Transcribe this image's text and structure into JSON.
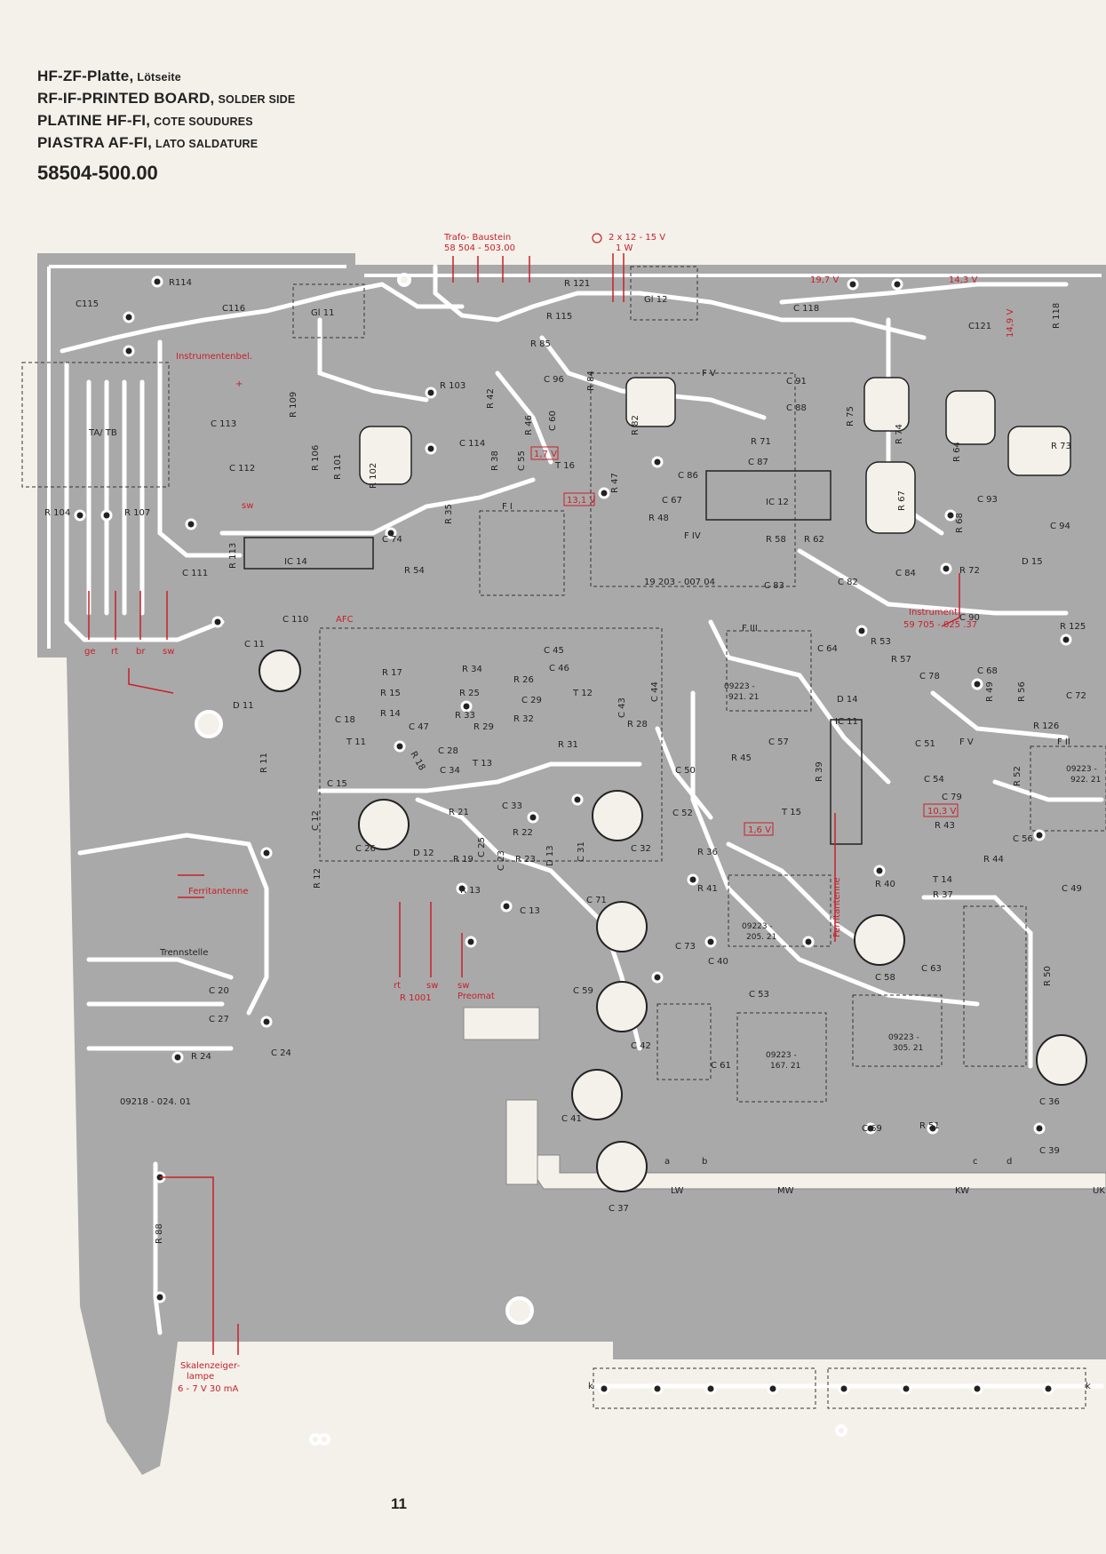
{
  "header": {
    "line1_main": "HF-ZF-Platte,",
    "line1_sub": "Lötseite",
    "line2_main": "RF-IF-PRINTED BOARD,",
    "line2_sub": "SOLDER SIDE",
    "line3_main": "PLATINE HF-FI,",
    "line3_sub": "COTE SOUDURES",
    "line4_main": "PIASTRA AF-FI,",
    "line4_sub": "LATO SALDATURE",
    "part_number": "58504-500.00"
  },
  "page_number": "11",
  "colors": {
    "board": "#a9a9a9",
    "trace": "#ffffff",
    "annotation": "#c8202a",
    "paper": "#f4f1ea"
  },
  "red_labels": {
    "trafo_title": "Trafo- Baustein",
    "trafo_num": "58 504 - 503.00",
    "supply_title": "2 x 12 - 15 V",
    "supply_power": "1 W",
    "v197": "19,7 V",
    "v143": "14,3 V",
    "v149": "14,9 V",
    "v17": "1,7 V",
    "v131": "13,1 V",
    "v16": "1,6 V",
    "v103": "10,3 V",
    "instrumentenbel": "Instrumentenbel.",
    "plus": "+",
    "sw_top": "sw",
    "afc": "AFC",
    "ge": "ge",
    "rt": "rt",
    "br": "br",
    "sw": "sw",
    "ferritantenne_left": "Ferritantenne",
    "ferritantenne_vertical": "Ferritantenne",
    "instrument": "Instrument",
    "instrument_num": "59 705 - 025 .37",
    "rt_bottom": "rt",
    "sw_bottom": "sw",
    "sw_preomat": "sw",
    "preomat": "Preomat",
    "r1001": "R 1001",
    "skala1": "Skalenzeiger-",
    "skala2": "lampe",
    "skala3": "6 - 7 V 30 mA"
  },
  "components": {
    "r114": "R114",
    "c115": "C115",
    "c116": "C116",
    "gl11": "Gl 11",
    "gl12": "Gl 12",
    "r121": "R 121",
    "r115": "R 115",
    "c118": "C 118",
    "c121": "C121",
    "r118": "R 118",
    "tatb": "TA/ TB",
    "c113": "C 113",
    "c112": "C 112",
    "r104": "R 104",
    "r107": "R 107",
    "r109": "R 109",
    "r106": "R 106",
    "r101": "R 101",
    "r102": "R 102",
    "r103": "R 103",
    "r42": "R 42",
    "c114": "C 114",
    "r35": "R 35",
    "c74": "C 74",
    "r113": "R 113",
    "ic14": "IC 14",
    "r54": "R 54",
    "c111": "C 111",
    "c110": "C 110",
    "r85": "R 85",
    "c96": "C 96",
    "r84": "R 84",
    "r46": "R 46",
    "c60": "C 60",
    "r38": "R 38",
    "c55": "C 55",
    "t16": "T 16",
    "r47": "R 47",
    "fi": "F I",
    "r82": "R 82",
    "fv_top": "F V",
    "c91": "C 91",
    "c88": "C 88",
    "r71": "R 71",
    "r75": "R 75",
    "r74": "R 74",
    "r64": "R 64",
    "r73": "R 73",
    "c86": "C 86",
    "c87": "C 87",
    "c67": "C 67",
    "ic12": "IC 12",
    "r48": "R 48",
    "fiv": "F IV",
    "r58": "R 58",
    "r62": "R 62",
    "r67": "R 67",
    "c93": "C 93",
    "r68": "R 68",
    "c94": "C 94",
    "d15": "D 15",
    "m19203": "19 203 - 007 04",
    "c83": "C 83",
    "c82": "C 82",
    "c84": "C 84",
    "r72": "R 72",
    "c90": "C 90",
    "r125": "R 125",
    "c11": "C 11",
    "d11": "D 11",
    "r17": "R 17",
    "r34": "R 34",
    "c45": "C 45",
    "c46": "C 46",
    "c44": "C 44",
    "r15": "R 15",
    "r25": "R 25",
    "r26": "R 26",
    "t12": "T 12",
    "c43": "C 43",
    "c18": "C 18",
    "r14": "R 14",
    "r33": "R 33",
    "c29": "C 29",
    "r32": "R 32",
    "c47": "C 47",
    "r29": "R 29",
    "r31": "R 31",
    "r28": "R 28",
    "t11": "T 11",
    "r18": "R 18",
    "c28": "C 28",
    "t13": "T 13",
    "c34": "C 34",
    "r11": "R 11",
    "c15": "C 15",
    "c12": "C 12",
    "r21": "R 21",
    "c33": "C 33",
    "c26": "C 26",
    "d12": "D 12",
    "r19": "R 19",
    "c25": "C 25",
    "r22": "R 22",
    "c23": "C 23",
    "r23": "R 23",
    "d13": "D 13",
    "c31": "C 31",
    "c32": "C 32",
    "r12": "R 12",
    "r13": "R 13",
    "c13": "C 13",
    "fiii": "F III",
    "m09223_921": "09223 -",
    "m09223_921b": "921. 21",
    "c64": "C 64",
    "r53": "R 53",
    "r57": "R 57",
    "c78": "C 78",
    "c68": "C 68",
    "r49": "R 49",
    "r56": "R 56",
    "c72": "C 72",
    "d14": "D 14",
    "ic11": "IC 11",
    "r126": "R 126",
    "c57": "C 57",
    "r45": "R 45",
    "r39": "R 39",
    "c51": "C 51",
    "fv": "F V",
    "fii": "F II",
    "c50": "C 50",
    "c54": "C 54",
    "r52": "R 52",
    "m09223_922": "09223 -",
    "m09223_922b": "922. 21",
    "c79": "C 79",
    "c52": "C 52",
    "t15": "T 15",
    "r43": "R 43",
    "c56": "C 56",
    "r36": "R 36",
    "r44": "R 44",
    "r40": "R 40",
    "t14": "T 14",
    "r41": "R 41",
    "r37": "R 37",
    "c49": "C 49",
    "c71": "C 71",
    "c73": "C 73",
    "m09223_205": "09223 -",
    "m09223_205b": "205. 21",
    "c40": "C 40",
    "c58": "C 58",
    "c63": "C 63",
    "c59": "C 59",
    "c53": "C 53",
    "c42": "C 42",
    "m09223_305": "09223 -",
    "m09223_305b": "305. 21",
    "c61": "C 61",
    "m09223_167": "09223 -",
    "m09223_167b": "167. 21",
    "c41": "C 41",
    "c36": "C 36",
    "r50": "R 50",
    "c69": "C 69",
    "r51": "R 51",
    "c39": "C 39",
    "c37": "C 37",
    "lw": "LW",
    "mw": "MW",
    "kw": "KW",
    "uk": "UK",
    "c20": "C 20",
    "c27": "C 27",
    "r24": "R 24",
    "c24": "C 24",
    "m09218": "09218 - 024. 01",
    "trennstelle": "Trennstelle",
    "r88": "R 88",
    "k1": "k",
    "k2": "k",
    "a": "a",
    "b": "b",
    "c": "c",
    "d": "d"
  }
}
